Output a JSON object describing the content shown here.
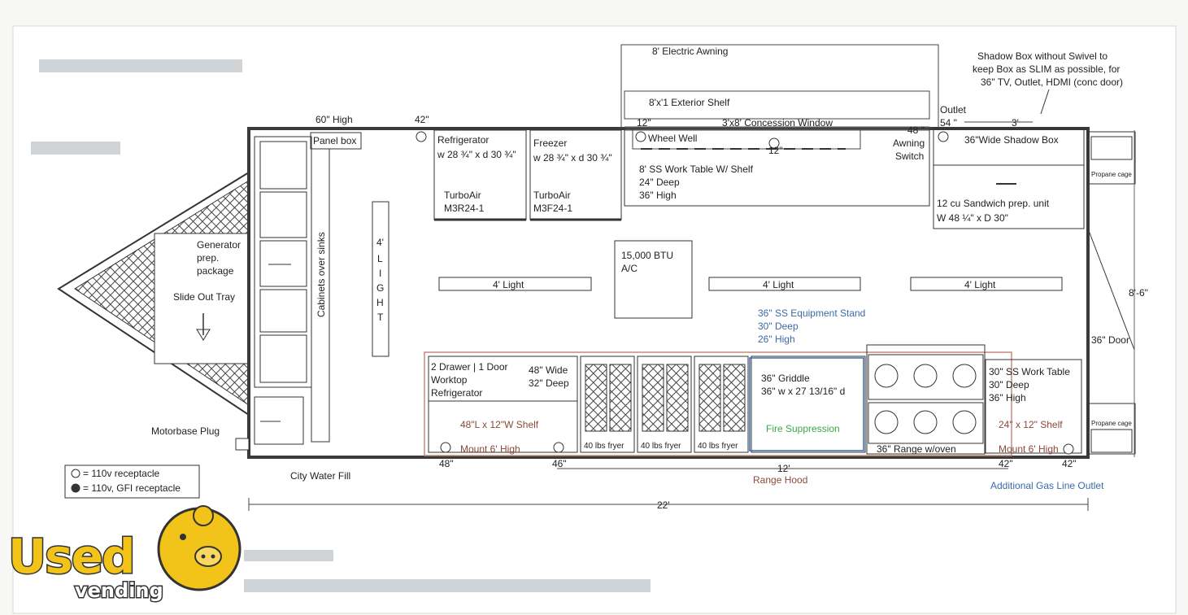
{
  "diagram": {
    "top": {
      "electric_awning": "8' Electric Awning",
      "exterior_shelf": "8'x'1 Exterior Shelf",
      "concession_window": "3'x8' Concession Window",
      "window_left_dim": "12\"",
      "window_mid_dim": "12\"",
      "wheel_well": "Wheel Well",
      "high_60": "60\" High",
      "dim_42_top": "42\"",
      "panel_box": "Panel box",
      "outlet": "Outlet",
      "outlet_dim": "54 \"",
      "awning_dim": "48 \"",
      "dim_3ft": "3'",
      "awning_switch_1": "Awning",
      "awning_switch_2": "Switch",
      "shadow_box_note_1": "Shadow Box without Swivel to",
      "shadow_box_note_2": "keep Box as SLIM as possible, for",
      "shadow_box_note_3": "36\" TV, Outlet, HDMI (conc door)"
    },
    "refrigerator": {
      "title": "Refrigerator",
      "dims": "w 28 ¾\" x d 30 ¾\"",
      "brand": "TurboAir",
      "model": "M3R24-1"
    },
    "freezer": {
      "title": "Freezer",
      "dims": "w 28 ¾\" x d 30 ¾\"",
      "brand": "TurboAir",
      "model": "M3F24-1"
    },
    "work_table": {
      "line1": "8' SS Work Table W/ Shelf",
      "line2": "24\" Deep",
      "line3": "36\" High"
    },
    "shadow_box": "36\"Wide Shadow Box",
    "sandwich_unit": {
      "line1": "12 cu Sandwich prep. unit",
      "line2": "W 48 ¼\" x D 30\""
    },
    "propane_cage_top": "Propane cage",
    "propane_cage_bottom": "Propane cage",
    "ac": {
      "line1": "15,000 BTU",
      "line2": "A/C"
    },
    "lights": [
      "4' Light",
      "4' Light",
      "4' Light"
    ],
    "vertical_light": [
      "4'",
      "L",
      "I",
      "G",
      "H",
      "T"
    ],
    "cabinets": "Cabinets over sinks",
    "generator": {
      "line1": "Generator",
      "line2": "prep.",
      "line3": "package",
      "tray": "Slide Out Tray"
    },
    "equipment_stand": {
      "line1": "36\" SS Equipment Stand",
      "line2": "30\" Deep",
      "line3": "26\" High"
    },
    "dim_8_6": "8'-6\"",
    "door_36": "36\" Door",
    "drawer_fridge": {
      "line1": "2 Drawer | 1 Door",
      "line2": "Worktop",
      "line3": "Refrigerator",
      "line4": "48\" Wide",
      "line5": "32\" Deep"
    },
    "shelf_left": "48\"L x 12\"W Shelf",
    "mount_left": "Mount 6' High",
    "fryers": [
      "40 lbs fryer",
      "40 lbs fryer",
      "40 lbs fryer"
    ],
    "griddle": {
      "line1": "36\" Griddle",
      "line2": "36\" w x 27 13/16\" d"
    },
    "fire_suppression": "Fire Suppression",
    "range": "36\" Range w/oven",
    "work_table_right": {
      "line1": "30\" SS Work Table",
      "line2": "30\" Deep",
      "line3": "36\" High"
    },
    "shelf_right": "24\" x 12\" Shelf",
    "mount_right": "Mount 6' High",
    "motorbase_plug": "Motorbase Plug",
    "city_water": "City Water Fill",
    "dims_bottom": {
      "d48": "48\"",
      "d46": "46\"",
      "d42a": "42\"",
      "d42b": "42\"",
      "d12": "12'",
      "d22": "22'"
    },
    "range_hood": "Range Hood",
    "gas_outlet": "Additional Gas Line Outlet",
    "legend": {
      "r110": "= 110v receptacle",
      "gfi": "= 110v, GFI receptacle"
    }
  },
  "logo": {
    "used": "Used",
    "vending": "vending"
  },
  "colors": {
    "line": "#3a3a3a",
    "hood": "#c98a7a",
    "blue": "#3a6aa8",
    "green": "#3aa84a",
    "logo_yellow": "#f2c318"
  }
}
